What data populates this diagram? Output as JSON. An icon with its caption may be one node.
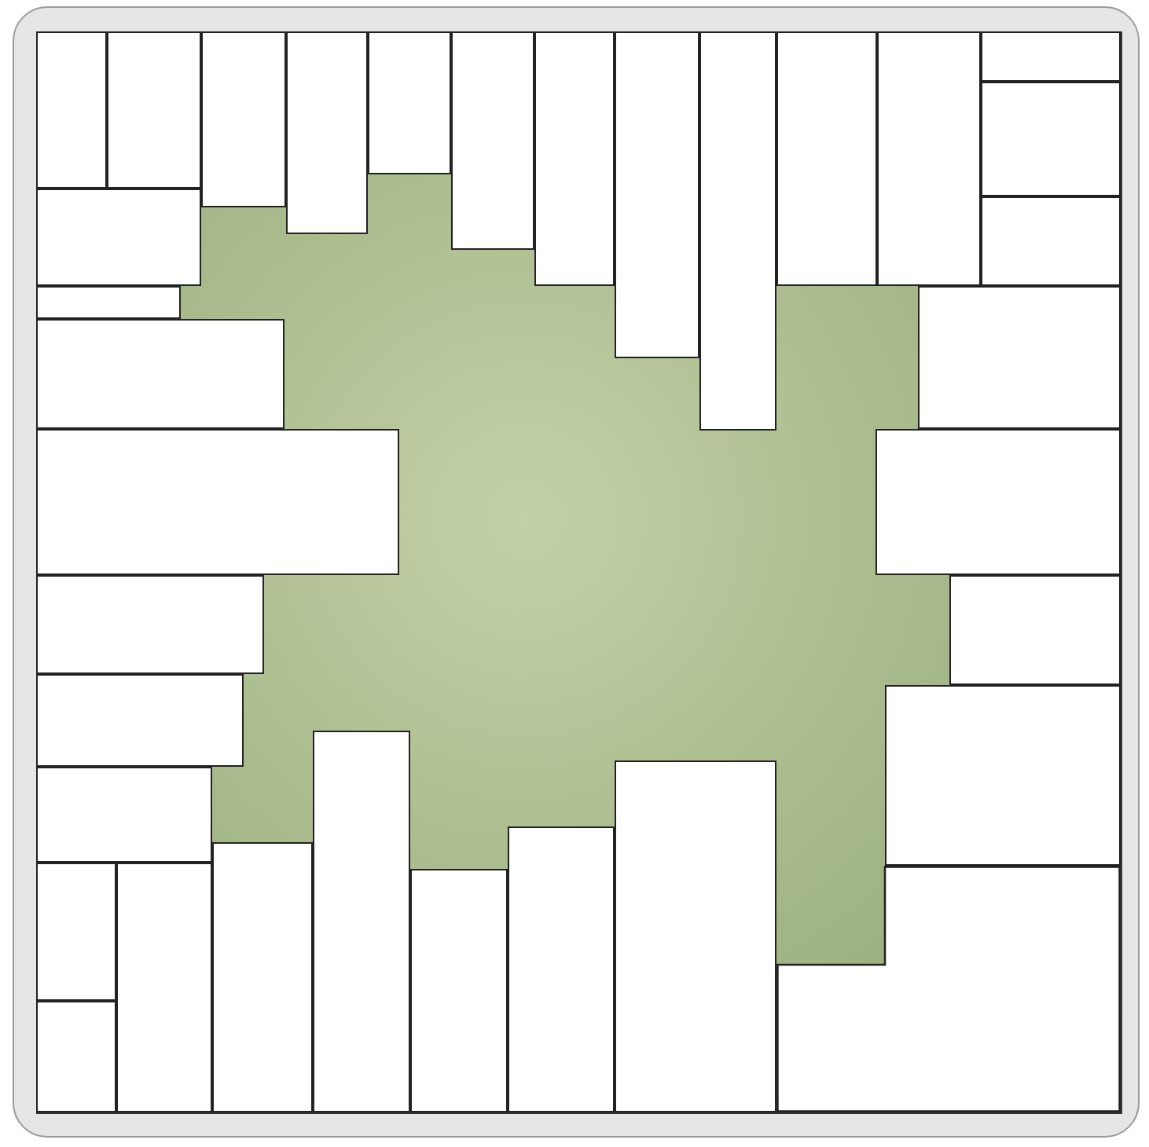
{
  "diagram": {
    "nodes": [
      {
        "text": [],
        "shape": "box"
      },
      {
        "text": [],
        "shape": "box"
      },
      {
        "text": [],
        "shape": "box"
      },
      {
        "text": [],
        "shape": "box"
      },
      {
        "text": [],
        "shape": "box"
      },
      {
        "text": [],
        "shape": "box"
      },
      {
        "text": [],
        "shape": "box"
      },
      {
        "text": [],
        "shape": "box"
      },
      {
        "text": [],
        "shape": "box"
      },
      {
        "text": [],
        "shape": "box"
      },
      {
        "text": [],
        "shape": "box"
      },
      {
        "text": [],
        "shape": "box"
      },
      {
        "text": [],
        "shape": "box"
      },
      {
        "text": [],
        "shape": "box"
      },
      {
        "text": [],
        "shape": "box"
      },
      {
        "text": [],
        "shape": "box"
      },
      {
        "text": [],
        "shape": "box"
      },
      {
        "text": [],
        "shape": "box"
      },
      {
        "text": [],
        "shape": "box"
      },
      {
        "text": [],
        "shape": "box"
      },
      {
        "text": [],
        "shape": "box"
      },
      {
        "text": [],
        "shape": "box"
      },
      {
        "text": [],
        "shape": "box"
      },
      {
        "text": [],
        "shape": "box"
      },
      {
        "text": [],
        "shape": "box"
      },
      {
        "text": [],
        "shape": "box"
      },
      {
        "text": [],
        "shape": "box"
      },
      {
        "text": [],
        "shape": "box"
      },
      {
        "text": [],
        "shape": "box"
      },
      {
        "text": [],
        "shape": "box"
      },
      {
        "text": [],
        "shape": "box"
      },
      {
        "text": [],
        "shape": "box"
      },
      {
        "text": [],
        "shape": "box"
      },
      {
        "text": [],
        "shape": "box"
      }
    ]
  }
}
